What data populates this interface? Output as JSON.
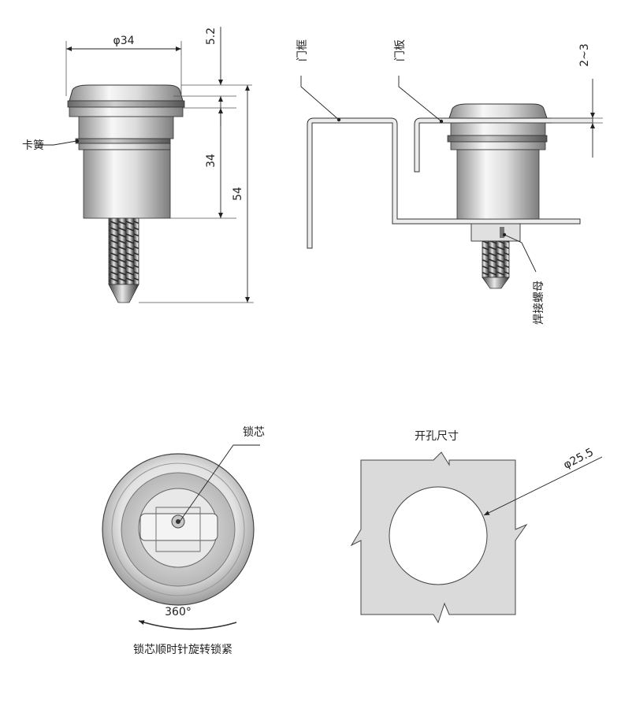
{
  "dimensions": {
    "diameter_head": "φ34",
    "head_gap": "5.2",
    "body_length": "34",
    "total_length": "54",
    "panel_gap": "2~3",
    "hole_diameter": "φ25.5"
  },
  "labels": {
    "spring_clip": "卡簧",
    "door_frame": "门框",
    "door_panel": "门板",
    "weld_nut": "焊接螺母",
    "lock_core": "锁芯",
    "cutout_size": "开孔尺寸",
    "rotation": "360°",
    "instruction": "锁芯顺时针旋转锁紧"
  },
  "colors": {
    "line": "#222222",
    "panel_fill": "#d9d9d9",
    "metal_light": "#f2f2f2",
    "metal_dark": "#8c8c8c"
  }
}
